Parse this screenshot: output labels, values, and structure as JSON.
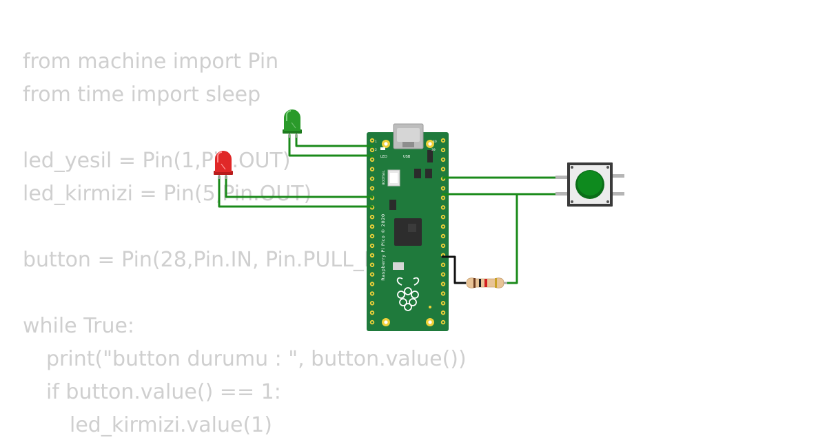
{
  "code": {
    "lines": [
      "from machine import Pin",
      "from time import sleep",
      "",
      "led_yesil = Pin(1,Pin.OUT)",
      "led_kirmizi = Pin(5,Pin.OUT)",
      "",
      "button = Pin(28,Pin.IN, Pin.PULL_DOWN)",
      "",
      "while True:",
      "print(\"button durumu : \", button.value())",
      "if button.value() == 1:",
      "led_kirmizi.value(1)"
    ]
  },
  "board": {
    "brand_text": "Raspberry Pi Pico © 2020",
    "bootsel_label": "BOOTSEL",
    "led_label": "LED",
    "usb_label": "USB",
    "pin1_label": "1",
    "pin2_label": "2",
    "pin39_label": "39",
    "pin40_label": "40"
  },
  "colors": {
    "pcb": "#1f7a3c",
    "wire": "#1a8a1a",
    "wire_dark": "#111111",
    "led_green": "#2a9a2a",
    "led_red": "#e02828",
    "button_cap": "#0e8a1e"
  }
}
